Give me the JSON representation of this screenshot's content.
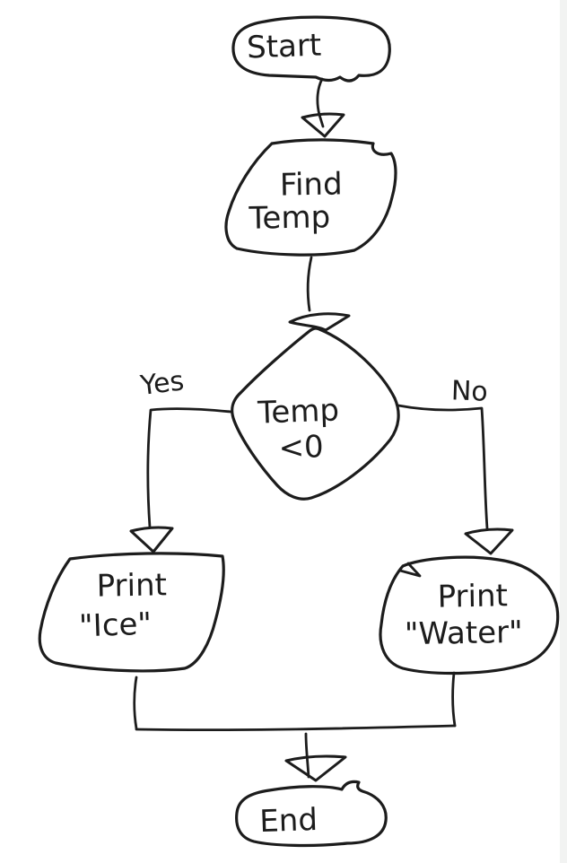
{
  "diagram": {
    "type": "flowchart",
    "style": "hand-drawn",
    "nodes": {
      "start": {
        "label": "Start",
        "shape": "terminator"
      },
      "find_temp": {
        "line1": "Find",
        "line2": "Temp",
        "shape": "process"
      },
      "decision": {
        "line1": "Temp",
        "line2": "<0",
        "shape": "decision"
      },
      "print_ice": {
        "line1": "Print",
        "line2": "\"Ice\"",
        "shape": "io"
      },
      "print_water": {
        "line1": "Print",
        "line2": "\"Water\"",
        "shape": "io"
      },
      "end": {
        "label": "End",
        "shape": "terminator"
      }
    },
    "edges": {
      "yes_label": "Yes",
      "no_label": "No"
    },
    "colors": {
      "ink": "#1c1c1c",
      "background": "#ffffff",
      "right_edge_strip": "#f2f3f2"
    }
  }
}
